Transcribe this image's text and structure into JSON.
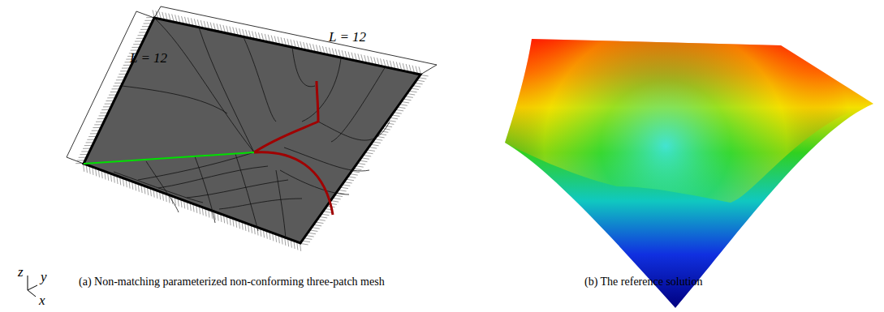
{
  "diagram": {
    "labels": [
      "L = 12",
      "L = 12",
      "z",
      "y",
      "x",
      "(a) Non-matching parameterized non-conforming three-patch mesh",
      "(b) The reference solution"
    ]
  }
}
